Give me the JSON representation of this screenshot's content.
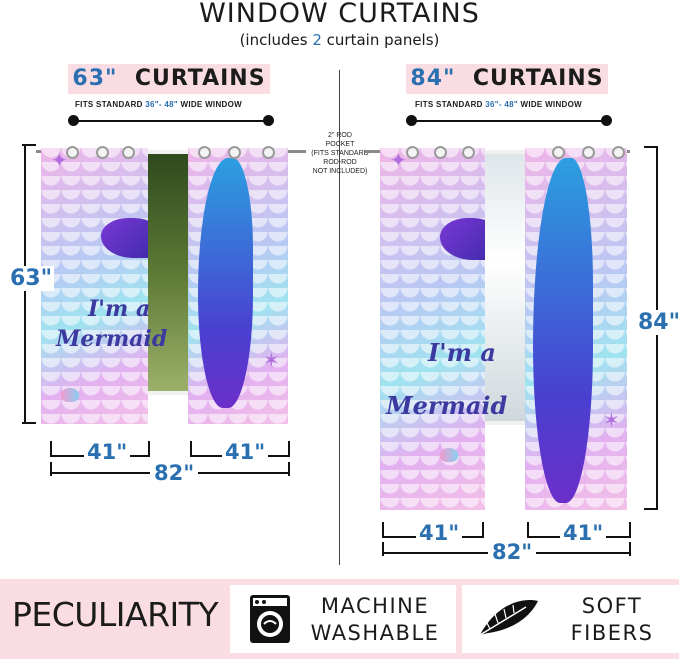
{
  "header": {
    "title": "WINDOW   CURTAINS",
    "subtitle_pre": "(includes ",
    "subtitle_num": "2",
    "subtitle_post": " curtain panels)"
  },
  "left": {
    "label_num": "63\"",
    "label_text": "CURTAINS",
    "fits_pre": "FITS STANDARD ",
    "fits_range": "36\"- 48\"",
    "fits_post": " WIDE WINDOW",
    "height": "63\"",
    "panel_width_a": "41\"",
    "panel_width_b": "41\"",
    "total_width": "82\"",
    "script_line1": "I'm a",
    "script_line2": "Mermaid"
  },
  "rod_note": [
    "2\" ROD",
    "POCKET",
    "(FITS STANDARD",
    "ROD-ROD",
    "NOT INCLUDED)"
  ],
  "right": {
    "label_num": "84\"",
    "label_text": "CURTAINS",
    "fits_pre": "FITS STANDARD ",
    "fits_range": "36\"- 48\"",
    "fits_post": " WIDE WINDOW",
    "height": "84\"",
    "panel_width_a": "41\"",
    "panel_width_b": "41\"",
    "total_width": "82\"",
    "script_line1": "I'm a",
    "script_line2": "Mermaid"
  },
  "features": {
    "peculiarity": "PECULIARITY",
    "washable_line1": "MACHINE",
    "washable_line2": "WASHABLE",
    "washable_icon": "washing-machine-icon",
    "soft_line1": "SOFT",
    "soft_line2": "FIBERS",
    "soft_icon": "feather-icon"
  },
  "colors": {
    "accent_blue": "#2a6fb0",
    "pill_pink": "#f9dde3"
  }
}
